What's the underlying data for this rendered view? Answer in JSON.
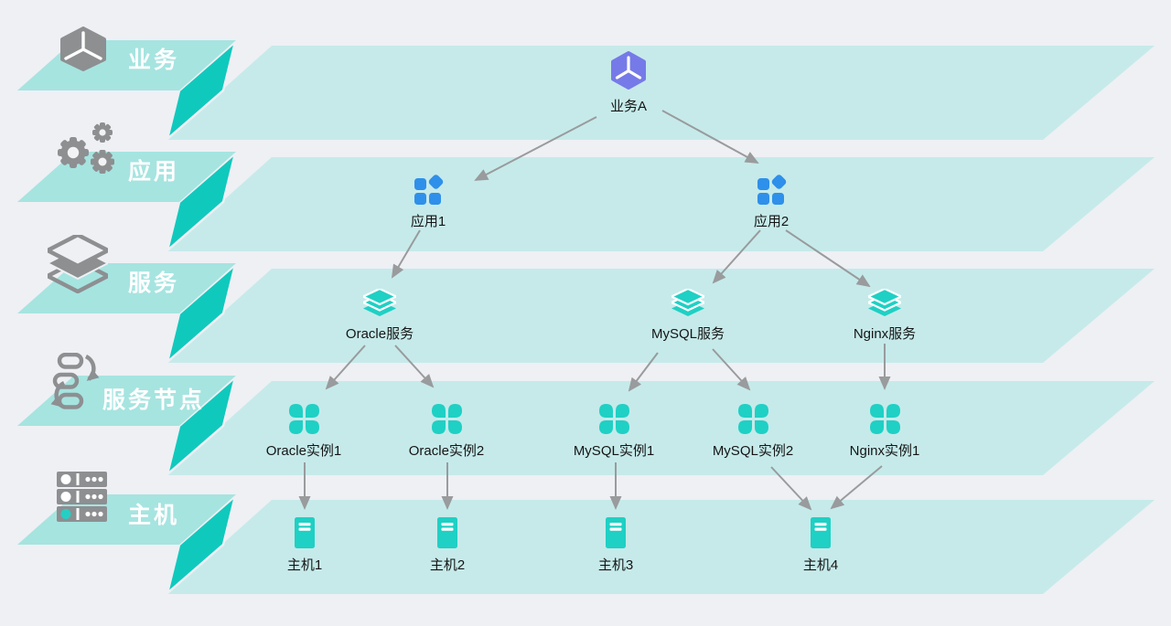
{
  "diagram": {
    "layers": [
      {
        "label": "业务",
        "icon": "cube-icon"
      },
      {
        "label": "应用",
        "icon": "gears-icon"
      },
      {
        "label": "服务",
        "icon": "layers-icon"
      },
      {
        "label": "服务节点",
        "icon": "cycle-icon"
      },
      {
        "label": "主机",
        "icon": "server-rack-icon"
      }
    ],
    "nodes": [
      {
        "label": "业务A",
        "layer": "业务",
        "icon": "purple-cube-icon"
      },
      {
        "label": "应用1",
        "layer": "应用",
        "icon": "blue-apps-icon"
      },
      {
        "label": "应用2",
        "layer": "应用",
        "icon": "blue-apps-icon"
      },
      {
        "label": "Oracle服务",
        "layer": "服务",
        "icon": "teal-stack-icon"
      },
      {
        "label": "MySQL服务",
        "layer": "服务",
        "icon": "teal-stack-icon"
      },
      {
        "label": "Nginx服务",
        "layer": "服务",
        "icon": "teal-stack-icon"
      },
      {
        "label": "Oracle实例1",
        "layer": "服务节点",
        "icon": "teal-clover-icon"
      },
      {
        "label": "Oracle实例2",
        "layer": "服务节点",
        "icon": "teal-clover-icon"
      },
      {
        "label": "MySQL实例1",
        "layer": "服务节点",
        "icon": "teal-clover-icon"
      },
      {
        "label": "MySQL实例2",
        "layer": "服务节点",
        "icon": "teal-clover-icon"
      },
      {
        "label": "Nginx实例1",
        "layer": "服务节点",
        "icon": "teal-clover-icon"
      },
      {
        "label": "主机1",
        "layer": "主机",
        "icon": "teal-host-icon"
      },
      {
        "label": "主机2",
        "layer": "主机",
        "icon": "teal-host-icon"
      },
      {
        "label": "主机3",
        "layer": "主机",
        "icon": "teal-host-icon"
      },
      {
        "label": "主机4",
        "layer": "主机",
        "icon": "teal-host-icon"
      }
    ],
    "edges": [
      {
        "from": "业务A",
        "to": "应用1"
      },
      {
        "from": "业务A",
        "to": "应用2"
      },
      {
        "from": "应用1",
        "to": "Oracle服务"
      },
      {
        "from": "应用2",
        "to": "MySQL服务"
      },
      {
        "from": "应用2",
        "to": "Nginx服务"
      },
      {
        "from": "Oracle服务",
        "to": "Oracle实例1"
      },
      {
        "from": "Oracle服务",
        "to": "Oracle实例2"
      },
      {
        "from": "MySQL服务",
        "to": "MySQL实例1"
      },
      {
        "from": "MySQL服务",
        "to": "MySQL实例2"
      },
      {
        "from": "Nginx服务",
        "to": "Nginx实例1"
      },
      {
        "from": "Oracle实例1",
        "to": "主机1"
      },
      {
        "from": "Oracle实例2",
        "to": "主机2"
      },
      {
        "from": "MySQL实例1",
        "to": "主机3"
      },
      {
        "from": "MySQL实例2",
        "to": "主机4"
      },
      {
        "from": "Nginx实例1",
        "to": "主机4"
      }
    ],
    "colors": {
      "background": "#eef0f4",
      "band": "#c6eaea",
      "label_band": "#a6e4e0",
      "fold": "#10c9bd",
      "teal_icon": "#1fd0c4",
      "blue_icon": "#2e90ea",
      "purple_icon": "#767ae8",
      "gray_icon": "#8d8f91",
      "arrow": "#999b9d"
    }
  }
}
